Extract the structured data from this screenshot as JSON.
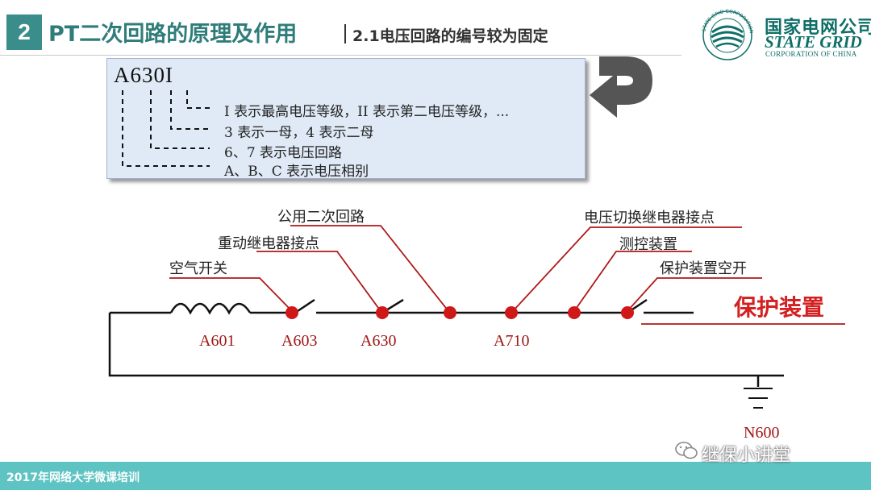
{
  "header": {
    "section_number": "2",
    "title": "PT二次回路的原理及作用",
    "subtitle": "2.1电压回路的编号较为固定"
  },
  "logo": {
    "cn": "国家电网公司",
    "en": "STATE GRID",
    "en_sub": "CORPORATION OF CHINA",
    "ring_text": "STATE GRID CORPORATION OF CHINA"
  },
  "code_box": {
    "code": "A630I",
    "lines": [
      "I 表示最高电压等级，II 表示第二电压等级，...",
      "3 表示一母，4 表示二母",
      "6、7 表示电压回路",
      "A、B、C 表示电压相别"
    ]
  },
  "diagram": {
    "callouts": {
      "air_switch": "空气开关",
      "reclosing_relay": "重动继电器接点",
      "common_secondary": "公用二次回路",
      "voltage_switching": "电压切换继电器接点",
      "measurement": "测控装置",
      "protection_air_switch": "保护装置空开"
    },
    "codes": {
      "a601": "A601",
      "a603": "A603",
      "a630": "A630",
      "a710": "A710",
      "n600": "N600"
    },
    "protection_device": "保护装置",
    "colors": {
      "wire": "#111111",
      "node": "#d01818",
      "callout": "#a01616"
    }
  },
  "footer": {
    "text": "2017年网络大学微课培训",
    "watermark": "继保小讲堂"
  }
}
